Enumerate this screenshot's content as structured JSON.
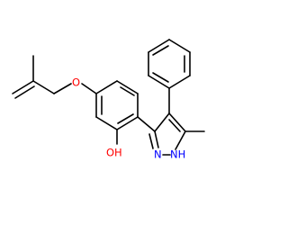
{
  "atom_labels": {
    "ether_oxygen": "O",
    "hydroxyl": "OH",
    "pyrazole_n2": "N",
    "pyrazole_nh": "NH"
  },
  "colors": {
    "bond": "#000000",
    "oxygen": "#ff0000",
    "nitrogen": "#0000ff",
    "hydrogen_label": "#000000",
    "background": "#ffffff"
  }
}
